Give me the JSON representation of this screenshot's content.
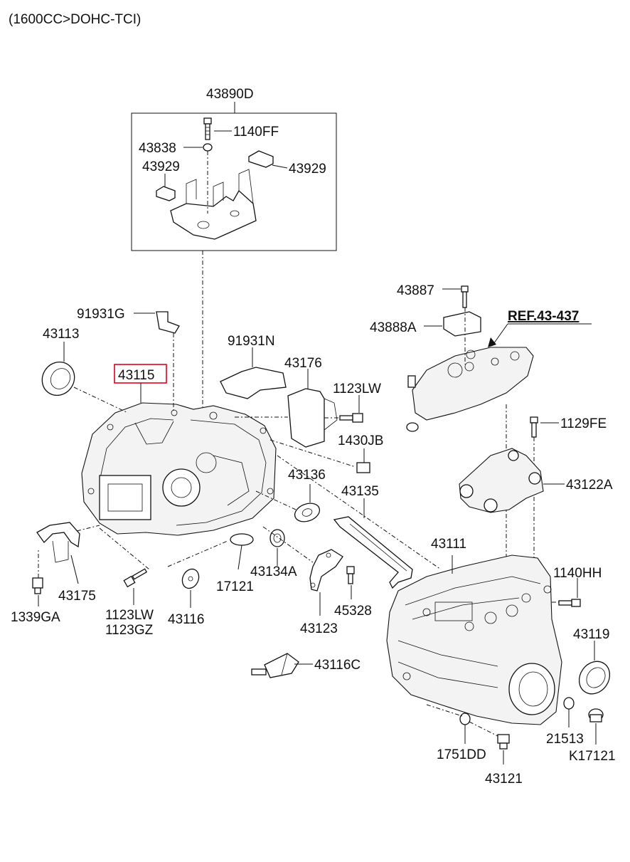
{
  "header": {
    "engine_variant": "(1600CC>DOHC-TCI)"
  },
  "ref_label": "REF.43-437",
  "highlighted_part": "43115",
  "colors": {
    "highlight": "#e0001b",
    "line": "#111111",
    "background": "#ffffff"
  },
  "labels": {
    "p43890D": "43890D",
    "p1140FF": "1140FF",
    "p43838": "43838",
    "p43929a": "43929",
    "p43929b": "43929",
    "p91931G": "91931G",
    "p43113": "43113",
    "p43115": "43115",
    "p91931N": "91931N",
    "p43176": "43176",
    "p1123LWa": "1123LW",
    "p1430JB": "1430JB",
    "p43136": "43136",
    "p43135": "43135",
    "p43887": "43887",
    "p43888A": "43888A",
    "p1129FE": "1129FE",
    "p43122A": "43122A",
    "p43111": "43111",
    "p1140HH": "1140HH",
    "p43119": "43119",
    "p43175": "43175",
    "p1339GA": "1339GA",
    "p1123LWb": "1123LW",
    "p1123GZ": "1123GZ",
    "p43116": "43116",
    "p17121": "17121",
    "p43134A": "43134A",
    "p43123": "43123",
    "p45328": "45328",
    "p43116C": "43116C",
    "p21513": "21513",
    "p1751DD": "1751DD",
    "pK17121": "K17121",
    "p43121": "43121"
  }
}
